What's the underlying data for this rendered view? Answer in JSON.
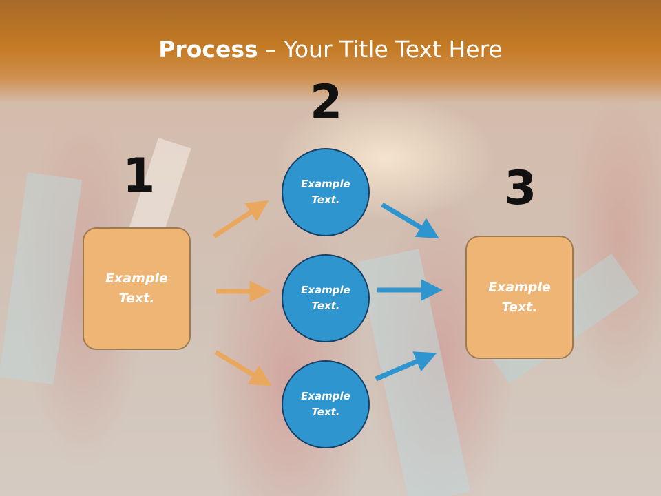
{
  "title": {
    "bold": "Process",
    "rest": " – Your Title Text Here"
  },
  "step_numbers": [
    "1",
    "2",
    "3"
  ],
  "left_box": {
    "text": "Example Text."
  },
  "circles": [
    {
      "text": "Example Text."
    },
    {
      "text": "Example Text."
    },
    {
      "text": "Example Text."
    }
  ],
  "right_box": {
    "text": "Example Text."
  },
  "colors": {
    "header": "#c47a23",
    "box_fill": "#eeb574",
    "circle_fill": "#2f95cf",
    "orange_arrow": "#eaa85f",
    "blue_arrow": "#2f95cf"
  }
}
